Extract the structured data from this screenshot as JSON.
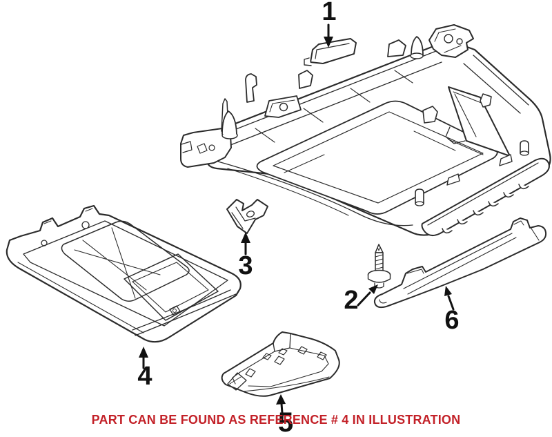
{
  "illustration": {
    "note": "PART CAN BE FOUND AS REFERENCE # 4 IN ILLUSTRATION",
    "style": {
      "background": "#ffffff",
      "line_color": "#2b2b2b",
      "callout_color": "#111111",
      "note_color": "#c32128"
    },
    "callouts": [
      {
        "label": "1"
      },
      {
        "label": "2"
      },
      {
        "label": "3"
      },
      {
        "label": "4"
      },
      {
        "label": "5"
      },
      {
        "label": "6"
      }
    ]
  }
}
